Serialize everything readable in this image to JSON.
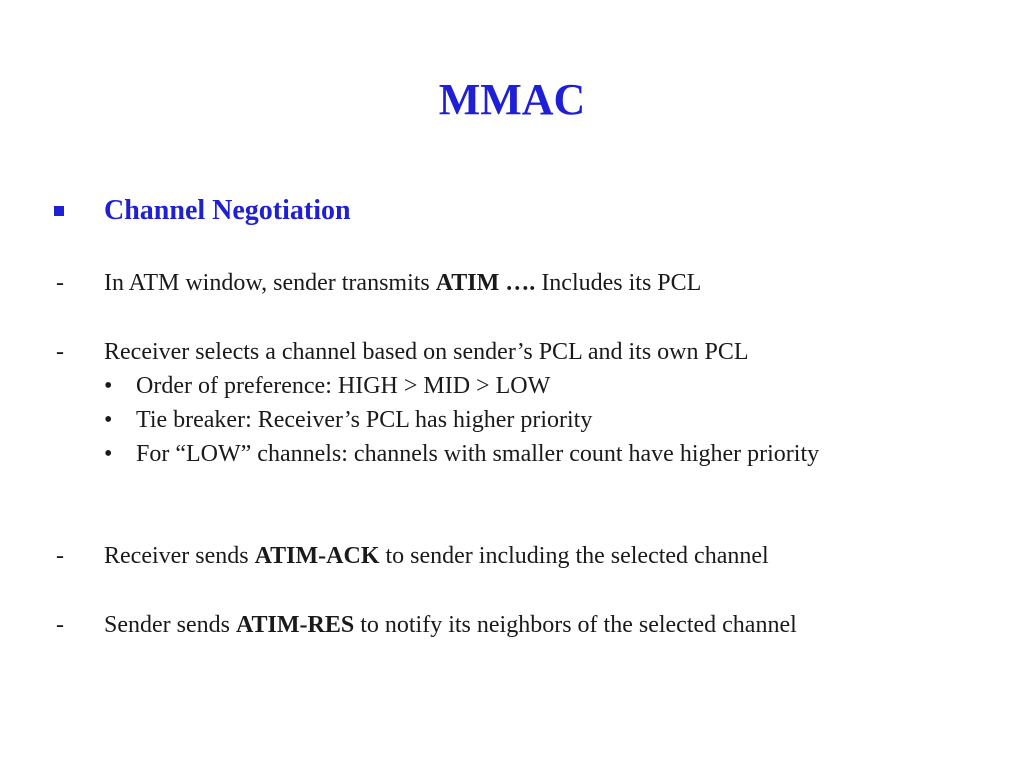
{
  "title": "MMAC",
  "heading": "Channel Negotiation",
  "items": [
    {
      "dash": "-",
      "pre": "In ATM window, sender transmits ",
      "bold": "ATIM ….",
      "post": " Includes its PCL"
    },
    {
      "dash": "-",
      "pre": "Receiver selects a channel based on sender’s PCL and its own PCL",
      "subitems": [
        "Order of preference: HIGH > MID > LOW",
        "Tie breaker: Receiver’s PCL has higher priority",
        "For “LOW” channels: channels with smaller count have higher priority"
      ]
    },
    {
      "dash": "-",
      "pre": "Receiver sends ",
      "bold": "ATIM-ACK",
      "post": " to sender including the selected channel"
    },
    {
      "dash": "-",
      "pre": "Sender sends ",
      "bold": "ATIM-RES",
      "post": " to notify its neighbors of the selected channel"
    }
  ],
  "bullet_char": "•",
  "colors": {
    "accent": "#1f1fd6",
    "text": "#1a1a1a",
    "background": "#ffffff"
  }
}
